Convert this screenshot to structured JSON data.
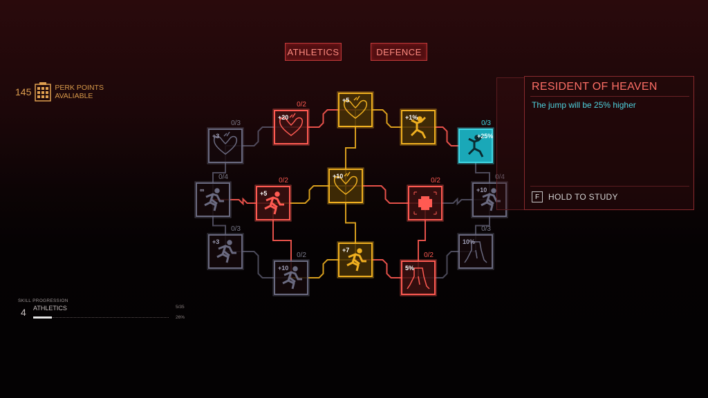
{
  "tabs": [
    "ATHLETICS",
    "DEFENCE"
  ],
  "perk_points": {
    "count": "145",
    "line1": "PERK POINTS",
    "line2": "AVALIABLE"
  },
  "nodes": [
    {
      "id": "n1",
      "label": "+3",
      "counter": "0/3",
      "state": "dim",
      "icon": "heart-icon"
    },
    {
      "id": "n2",
      "label": "+20",
      "counter": "0/2",
      "state": "red",
      "icon": "heart-icon"
    },
    {
      "id": "n3",
      "label": "+5",
      "counter": "",
      "state": "yellow",
      "icon": "heart-icon"
    },
    {
      "id": "n4",
      "label": "+1%",
      "counter": "",
      "state": "yellow",
      "icon": "jump-icon"
    },
    {
      "id": "n5",
      "label": "+25%",
      "counter": "0/3",
      "state": "cyan",
      "icon": "jump-icon"
    },
    {
      "id": "n6",
      "label": "∞",
      "counter": "0/4",
      "state": "dim",
      "icon": "runner-icon"
    },
    {
      "id": "n7",
      "label": "+5",
      "counter": "0/2",
      "state": "red",
      "icon": "runner-icon"
    },
    {
      "id": "n8",
      "label": "+10",
      "counter": "",
      "state": "yellow",
      "icon": "heart-icon"
    },
    {
      "id": "n9",
      "label": "",
      "counter": "0/2",
      "state": "red",
      "icon": "medkit-icon"
    },
    {
      "id": "n10",
      "label": "+10",
      "counter": "0/4",
      "state": "dim",
      "icon": "runner-icon"
    },
    {
      "id": "n11",
      "label": "+3",
      "counter": "0/3",
      "state": "dim",
      "icon": "runner-icon"
    },
    {
      "id": "n12",
      "label": "+10",
      "counter": "0/2",
      "state": "dim",
      "icon": "runner-icon"
    },
    {
      "id": "n13",
      "label": "+7",
      "counter": "",
      "state": "yellow",
      "icon": "runner-icon"
    },
    {
      "id": "n14",
      "label": "5%",
      "counter": "0/2",
      "state": "red",
      "icon": "legs-icon"
    },
    {
      "id": "n15",
      "label": "10%",
      "counter": "0/3",
      "state": "dim",
      "icon": "legs-icon"
    }
  ],
  "detail": {
    "title": "RESIDENT OF HEAVEN",
    "description": "The jump will be 25% higher",
    "key": "F",
    "action": "HOLD TO STUDY"
  },
  "progression": {
    "header": "SKILL PROGRESSION",
    "level": "4",
    "skill": "ATHLETICS",
    "ratio": "5/35",
    "percent": "26%",
    "fill_fraction": 0.14
  },
  "colors": {
    "red": "#ff5a52",
    "yellow": "#f0b020",
    "cyan": "#40d8e6",
    "dim": "#6a6a80"
  }
}
